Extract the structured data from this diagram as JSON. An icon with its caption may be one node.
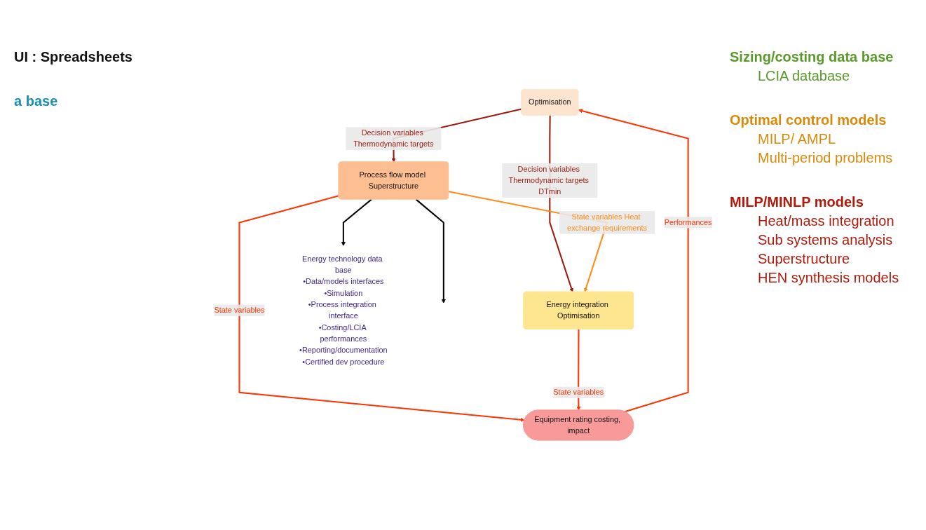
{
  "diagram": {
    "nodes": [
      {
        "text": [
          "Optimisation"
        ]
      },
      {
        "text": [
          "Equipment rating costing, impact"
        ]
      },
      {
        "text": [
          "Process flow model Superstructure"
        ]
      },
      {
        "text": [
          "Energy integration Optimisation"
        ]
      },
      {
        "text": [
          "Energy technology data base",
          "•Data/models interfaces",
          "•Simulation",
          "•Process integration interface",
          "•Costing/LCIA performances",
          "•Reporting/documentation",
          "•Certified dev procedure"
        ]
      }
    ],
    "edges": [
      {
        "from": 0,
        "to": 2,
        "arrow": "to",
        "label": "Decision variables Thermodynamic targets",
        "color": "#9c1a0c"
      },
      {
        "from": 1,
        "to": 0,
        "arrow": "to",
        "label": "Performances"
      },
      {
        "from": 0,
        "to": 3,
        "arrow": "to",
        "label": "Decision variables Thermodynamic targets DTmin",
        "color": "#9c1a0c"
      },
      {
        "from": 2,
        "to": 1,
        "arrow": "to",
        "label": "State variables"
      },
      {
        "from": 3,
        "to": 1,
        "arrow": "to",
        "label": "State variables"
      },
      {
        "from": 2,
        "to": 3,
        "arrow": "to",
        "label": "State variables Heat exchange requirements",
        "color": "#ff8c1a"
      },
      {
        "from": 2,
        "to": null,
        "arrow": "to",
        "color": "#000000"
      },
      {
        "from": 2,
        "to": 4,
        "arrow": "to",
        "color": "#000000"
      }
    ],
    "labels": [
      "UI : Spreadsheets",
      "a base",
      "Sizing/costing data base",
      "LCIA database",
      "Optimal control models",
      "MILP/ AMPL",
      "Multi-period problems",
      "MILP/MINLP models",
      "Heat/mass integration",
      "Sub systems analysis",
      "Superstructure",
      "HEN synthesis models"
    ]
  }
}
